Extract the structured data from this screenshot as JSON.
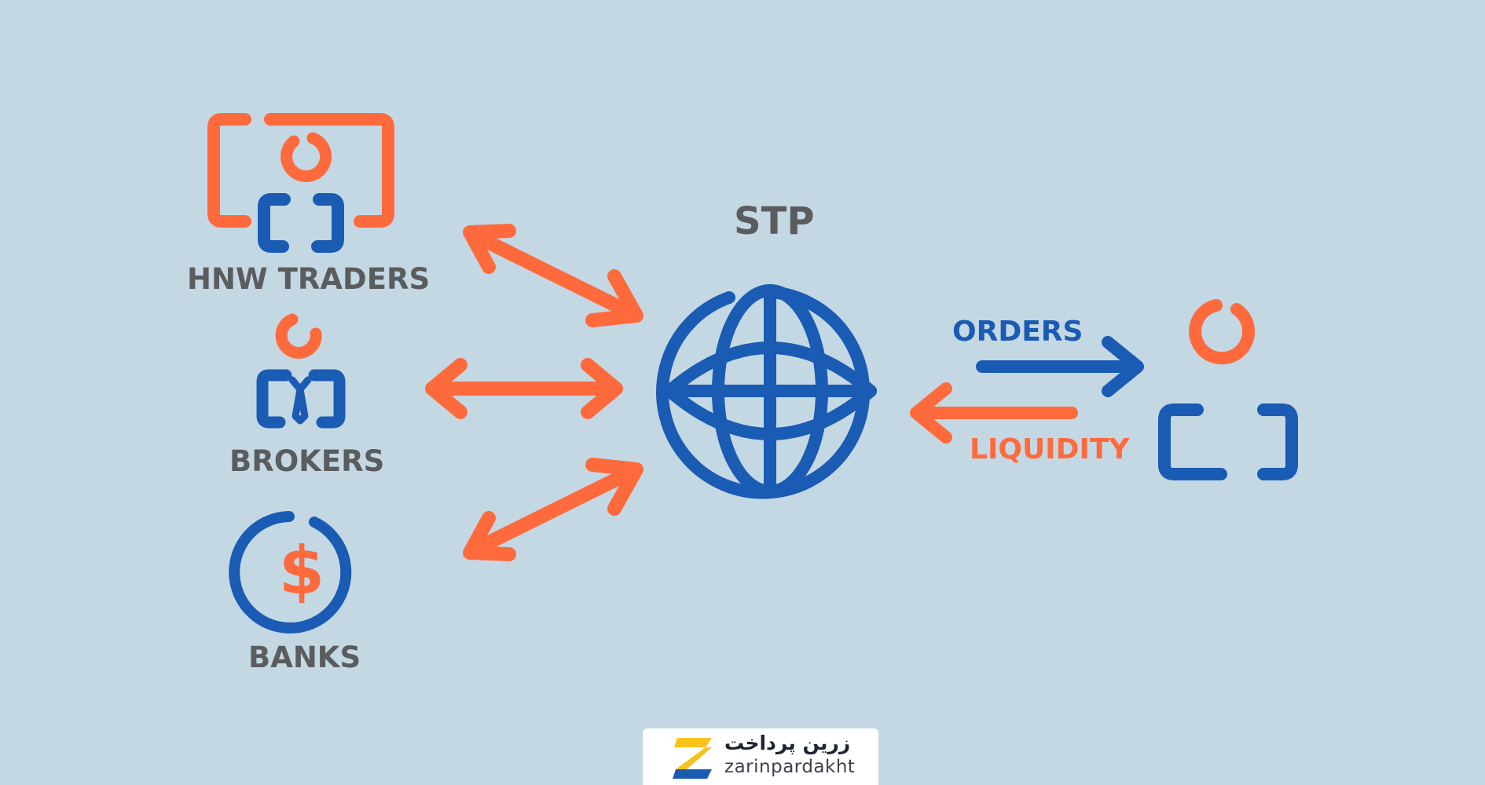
{
  "title": "STP",
  "participants": [
    {
      "id": "hnw",
      "label": "HNW TRADERS",
      "icon": "trader-monitor-icon"
    },
    {
      "id": "brokers",
      "label": "BROKERS",
      "icon": "broker-person-icon"
    },
    {
      "id": "banks",
      "label": "BANKS",
      "icon": "bank-dollar-icon"
    }
  ],
  "hub": {
    "icon": "globe-icon"
  },
  "flows": {
    "orders_label": "ORDERS",
    "liquidity_label": "LIQUIDITY"
  },
  "provider": {
    "icon": "liquidity-provider-person-icon"
  },
  "logo": {
    "name_fa": "زرین پرداخت",
    "name_en": "zarinpardakht",
    "icon": "zarinpardakht-logo-icon"
  },
  "colors": {
    "background": "#c4d8e4",
    "orange": "#ff6a3d",
    "blue": "#1a5bb3",
    "gray_text": "#5a5c5e"
  }
}
